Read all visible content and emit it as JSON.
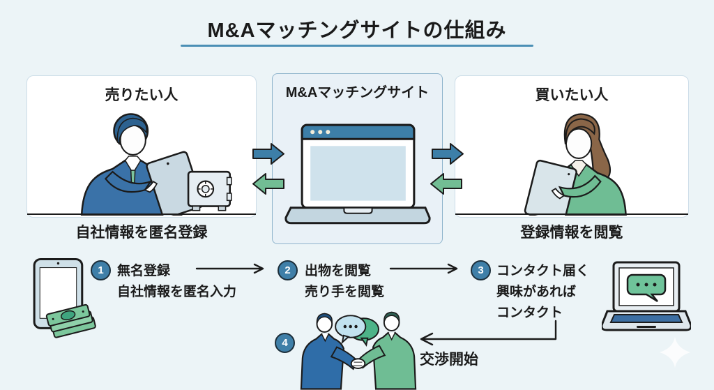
{
  "title": {
    "text": "M&Aマッチングサイトの仕組み"
  },
  "panels": {
    "seller": {
      "title": "売りたい人",
      "caption": "自社情報を匿名登録"
    },
    "site": {
      "title": "M&Aマッチングサイト"
    },
    "buyer": {
      "title": "買いたい人",
      "caption": "登録情報を閲覧"
    }
  },
  "steps": [
    {
      "num": "1",
      "lines": [
        "無名登録",
        "自社情報を匿名入力"
      ]
    },
    {
      "num": "2",
      "lines": [
        "出物を閲覧",
        "売り手を閲覧"
      ]
    },
    {
      "num": "3",
      "lines": [
        "コンタクト届く",
        "興味があれば",
        "コンタクト"
      ]
    },
    {
      "num": "4",
      "lines": [
        "交渉開始"
      ]
    }
  ],
  "icons": {
    "seller": "businessman-with-tablet-and-safe",
    "site": "laptop-browser",
    "buyer": "businesswoman-with-tablet",
    "step1": "tablet-with-money",
    "step3": "laptop-with-chat-bubble",
    "step4": "handshake-with-speech-bubbles",
    "corner": "sparkle"
  },
  "colors": {
    "background": "#ecf4f7",
    "accent_blue": "#3d7fa8",
    "accent_green": "#72bd94",
    "underline": "#4b8fb5",
    "text": "#1a1a1a",
    "step_circle": "#3f7fa8"
  }
}
